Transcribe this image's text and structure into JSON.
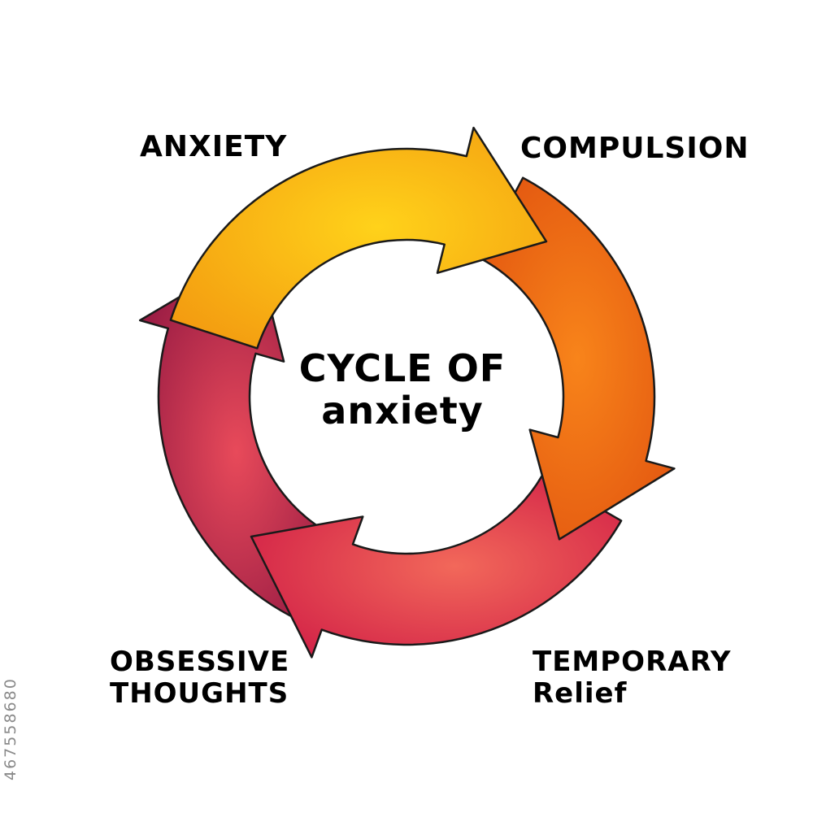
{
  "diagram": {
    "center_title_line1": "CYCLE OF",
    "center_title_line2": "anxiety",
    "stages": [
      {
        "line1": "ANXIETY",
        "line2": "",
        "color": "#f7b21a"
      },
      {
        "line1": "COMPULSION",
        "line2": "",
        "color": "#ef6d12"
      },
      {
        "line1": "TEMPORARY",
        "line2": "Relief",
        "color": "#e0304f"
      },
      {
        "line1": "OBSESSIVE",
        "line2": "THOUGHTS",
        "color": "#a11f4a"
      }
    ]
  },
  "watermark": "467558680"
}
